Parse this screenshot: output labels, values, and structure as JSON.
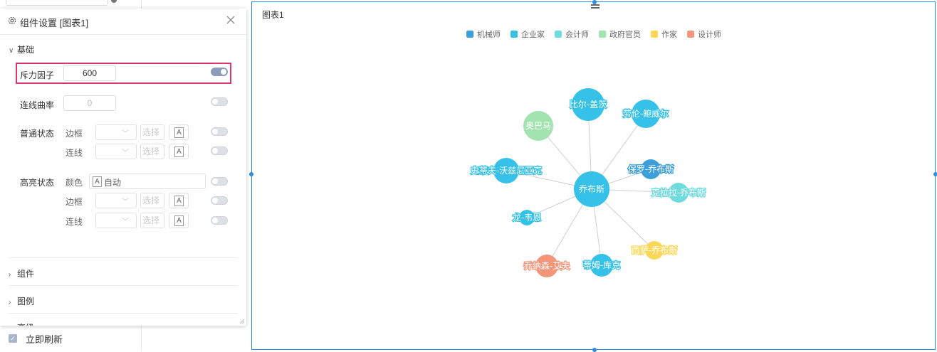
{
  "panel": {
    "title": "组件设置 [图表1]",
    "sections": {
      "basic": "基础",
      "component": "组件",
      "legend": "图例",
      "partial": "高级"
    },
    "repulsion": {
      "label": "斥力因子",
      "value": "600",
      "enabled": true
    },
    "curvature": {
      "label": "连线曲率",
      "value": "0",
      "enabled": false
    },
    "normal_state": {
      "label": "普通状态",
      "border_label": "边框",
      "line_label": "连线",
      "pick_label": "选择"
    },
    "highlight_state": {
      "label": "高亮状态",
      "color_label": "颜色",
      "color_value": "自动",
      "border_label": "边框",
      "line_label": "连线"
    },
    "font_btn": "A"
  },
  "refresh": {
    "label": "立即刷新",
    "checked": true
  },
  "canvas": {
    "title": "图表1"
  },
  "chart_data": {
    "type": "graph",
    "layout": "force",
    "legend": [
      {
        "name": "机械师",
        "color": "#3d9fd9"
      },
      {
        "name": "企业家",
        "color": "#35c1e8"
      },
      {
        "name": "会计师",
        "color": "#6fdbdf"
      },
      {
        "name": "政府官员",
        "color": "#a3e3b0"
      },
      {
        "name": "作家",
        "color": "#fcd85a"
      },
      {
        "name": "设计师",
        "color": "#f5967a"
      }
    ],
    "nodes": [
      {
        "name": "乔布斯",
        "category": "企业家",
        "color": "#35c1e8",
        "size": 50
      },
      {
        "name": "比尔-盖茨",
        "category": "企业家",
        "color": "#35c1e8",
        "size": 46
      },
      {
        "name": "劳伦-鲍威尔",
        "category": "企业家",
        "color": "#35c1e8",
        "size": 40
      },
      {
        "name": "奥巴马",
        "category": "政府官员",
        "color": "#a3e3b0",
        "size": 42
      },
      {
        "name": "史蒂夫-沃兹尼亚克",
        "category": "企业家",
        "color": "#35c1e8",
        "size": 36
      },
      {
        "name": "保罗-乔布斯",
        "category": "机械师",
        "color": "#3d9fd9",
        "size": 28
      },
      {
        "name": "克拉拉-乔布斯",
        "category": "会计师",
        "color": "#6fdbdf",
        "size": 28
      },
      {
        "name": "龙-韦恩",
        "category": "企业家",
        "color": "#35c1e8",
        "size": 22
      },
      {
        "name": "西萨-乔布斯",
        "category": "作家",
        "color": "#fcd85a",
        "size": 26
      },
      {
        "name": "蒂姆-库克",
        "category": "企业家",
        "color": "#35c1e8",
        "size": 32
      },
      {
        "name": "乔纳森-艾夫",
        "category": "设计师",
        "color": "#f5967a",
        "size": 32
      }
    ],
    "links": [
      [
        "乔布斯",
        "比尔-盖茨"
      ],
      [
        "乔布斯",
        "劳伦-鲍威尔"
      ],
      [
        "乔布斯",
        "奥巴马"
      ],
      [
        "乔布斯",
        "史蒂夫-沃兹尼亚克"
      ],
      [
        "乔布斯",
        "保罗-乔布斯"
      ],
      [
        "乔布斯",
        "克拉拉-乔布斯"
      ],
      [
        "乔布斯",
        "龙-韦恩"
      ],
      [
        "乔布斯",
        "西萨-乔布斯"
      ],
      [
        "乔布斯",
        "蒂姆-库克"
      ],
      [
        "乔布斯",
        "乔纳森-艾夫"
      ]
    ]
  }
}
